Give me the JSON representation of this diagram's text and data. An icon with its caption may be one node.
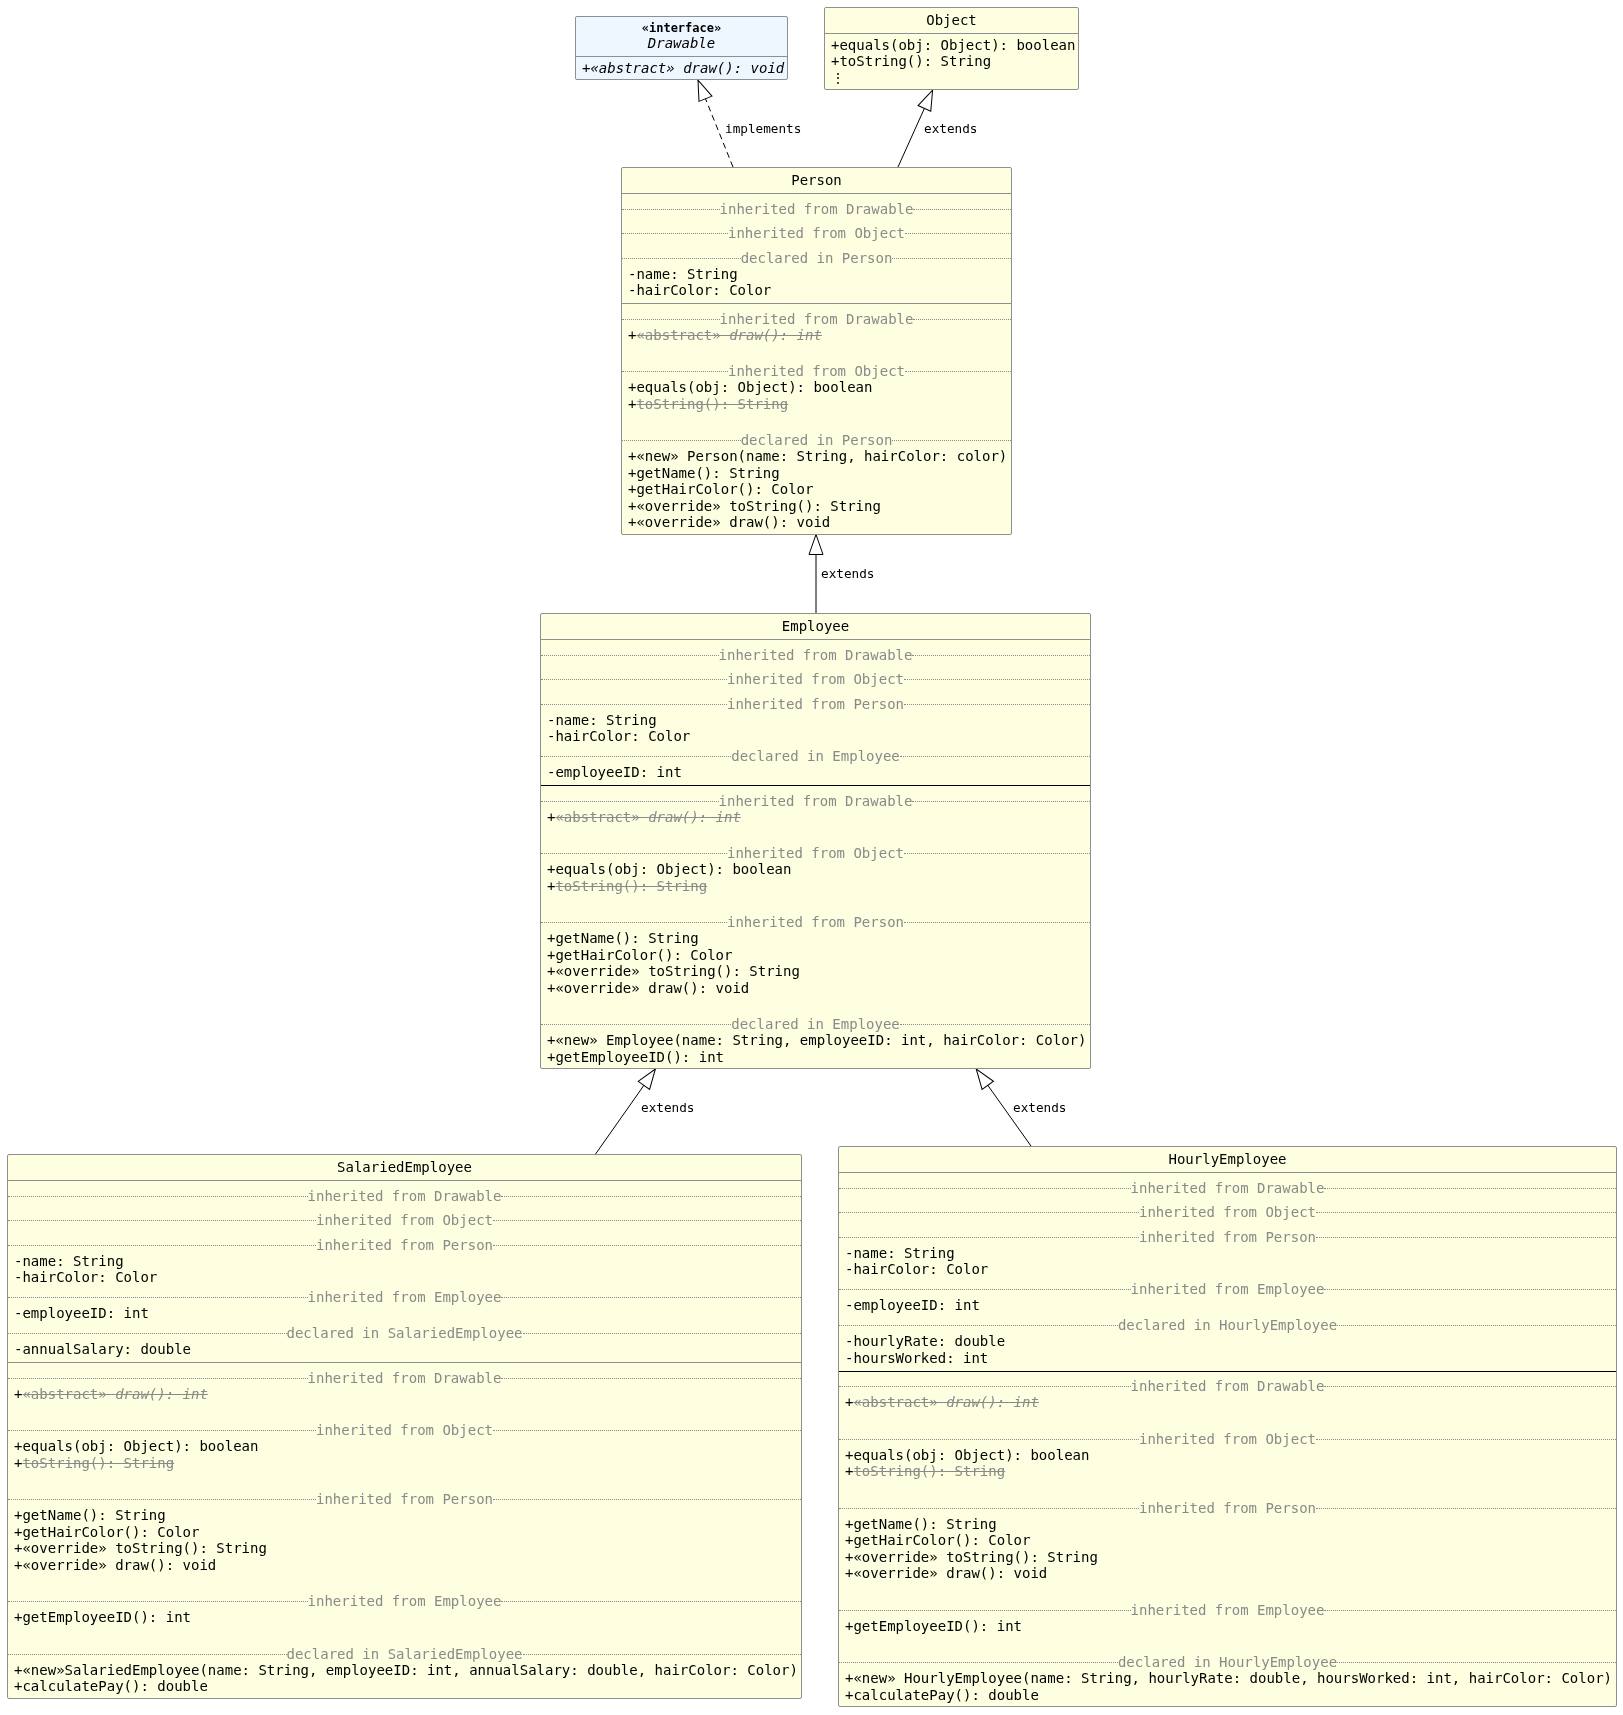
{
  "diagram": {
    "nodes": [
      {
        "text": [
          "«interface»",
          "Drawable",
          "+«abstract» draw(): void"
        ]
      },
      {
        "text": [
          "Object",
          "+equals(obj: Object): boolean",
          "+toString(): String",
          "⋮"
        ]
      },
      {
        "text": [
          "Person",
          "inherited from Drawable",
          "inherited from Object",
          "declared in Person",
          "-name: String",
          "-hairColor: Color",
          "inherited from Drawable",
          "+«abstract» *draw(): int*",
          "inherited from Object",
          "+equals(obj: Object): boolean",
          "+toString(): String",
          "declared in Person",
          "+«new» Person(name: String, hairColor: color)",
          "+getName(): String",
          "+getHairColor(): Color",
          "+«override» toString(): String",
          "+«override» draw(): void"
        ]
      },
      {
        "text": [
          "Employee",
          "inherited from Drawable",
          "inherited from Object",
          "inherited from Person",
          "-name: String",
          "-hairColor: Color",
          "declared in Employee",
          "-employeeID: int",
          "inherited from Drawable",
          "+«abstract» *draw(): int*",
          "inherited from Object",
          "+equals(obj: Object): boolean",
          "+toString(): String",
          "inherited from Person",
          "+getName(): String",
          "+getHairColor(): Color",
          "+«override» toString(): String",
          "+«override» draw(): void",
          "declared in Employee",
          "+«new» Employee(name: String, employeeID: int, hairColor: Color)",
          "+getEmployeeID(): int"
        ]
      },
      {
        "text": [
          "SalariedEmployee",
          "inherited from Drawable",
          "inherited from Object",
          "inherited from Person",
          "-name: String",
          "-hairColor: Color",
          "inherited from Employee",
          "-employeeID: int",
          "declared in SalariedEmployee",
          "-annualSalary: double",
          "inherited from Drawable",
          "+«abstract» *draw(): int*",
          "inherited from Object",
          "+equals(obj: Object): boolean",
          "+toString(): String",
          "inherited from Person",
          "+getName(): String",
          "+getHairColor(): Color",
          "+«override» toString(): String",
          "+«override» draw(): void",
          "inherited from Employee",
          "+getEmployeeID(): int",
          "declared in SalariedEmployee",
          "+«new»SalariedEmployee(name: String, employeeID: int, annualSalary: double, hairColor: Color)",
          "+calculatePay(): double"
        ]
      },
      {
        "text": [
          "HourlyEmployee",
          "inherited from Drawable",
          "inherited from Object",
          "inherited from Person",
          "-name: String",
          "-hairColor: Color",
          "inherited from Employee",
          "-employeeID: int",
          "declared in HourlyEmployee",
          "-hourlyRate: double",
          "-hoursWorked: int",
          "inherited from Drawable",
          "+«abstract» *draw(): int*",
          "inherited from Object",
          "+equals(obj: Object): boolean",
          "+toString(): String",
          "inherited from Person",
          "+getName(): String",
          "+getHairColor(): Color",
          "+«override» toString(): String",
          "+«override» draw(): void",
          "inherited from Employee",
          "+getEmployeeID(): int",
          "declared in HourlyEmployee",
          "+«new» HourlyEmployee(name: String, hourlyRate: double, hoursWorked: int, hairColor: Color)",
          "+calculatePay(): double"
        ]
      }
    ],
    "edges": [
      {
        "from": 2,
        "to": 0,
        "arrow": "to",
        "label": "implements",
        "style": "dashed"
      },
      {
        "from": 2,
        "to": 1,
        "arrow": "to",
        "label": "extends"
      },
      {
        "from": 3,
        "to": 2,
        "arrow": "to",
        "label": "extends"
      },
      {
        "from": 4,
        "to": 3,
        "arrow": "to",
        "label": "extends"
      },
      {
        "from": 5,
        "to": 3,
        "arrow": "to",
        "label": "extends"
      }
    ]
  }
}
